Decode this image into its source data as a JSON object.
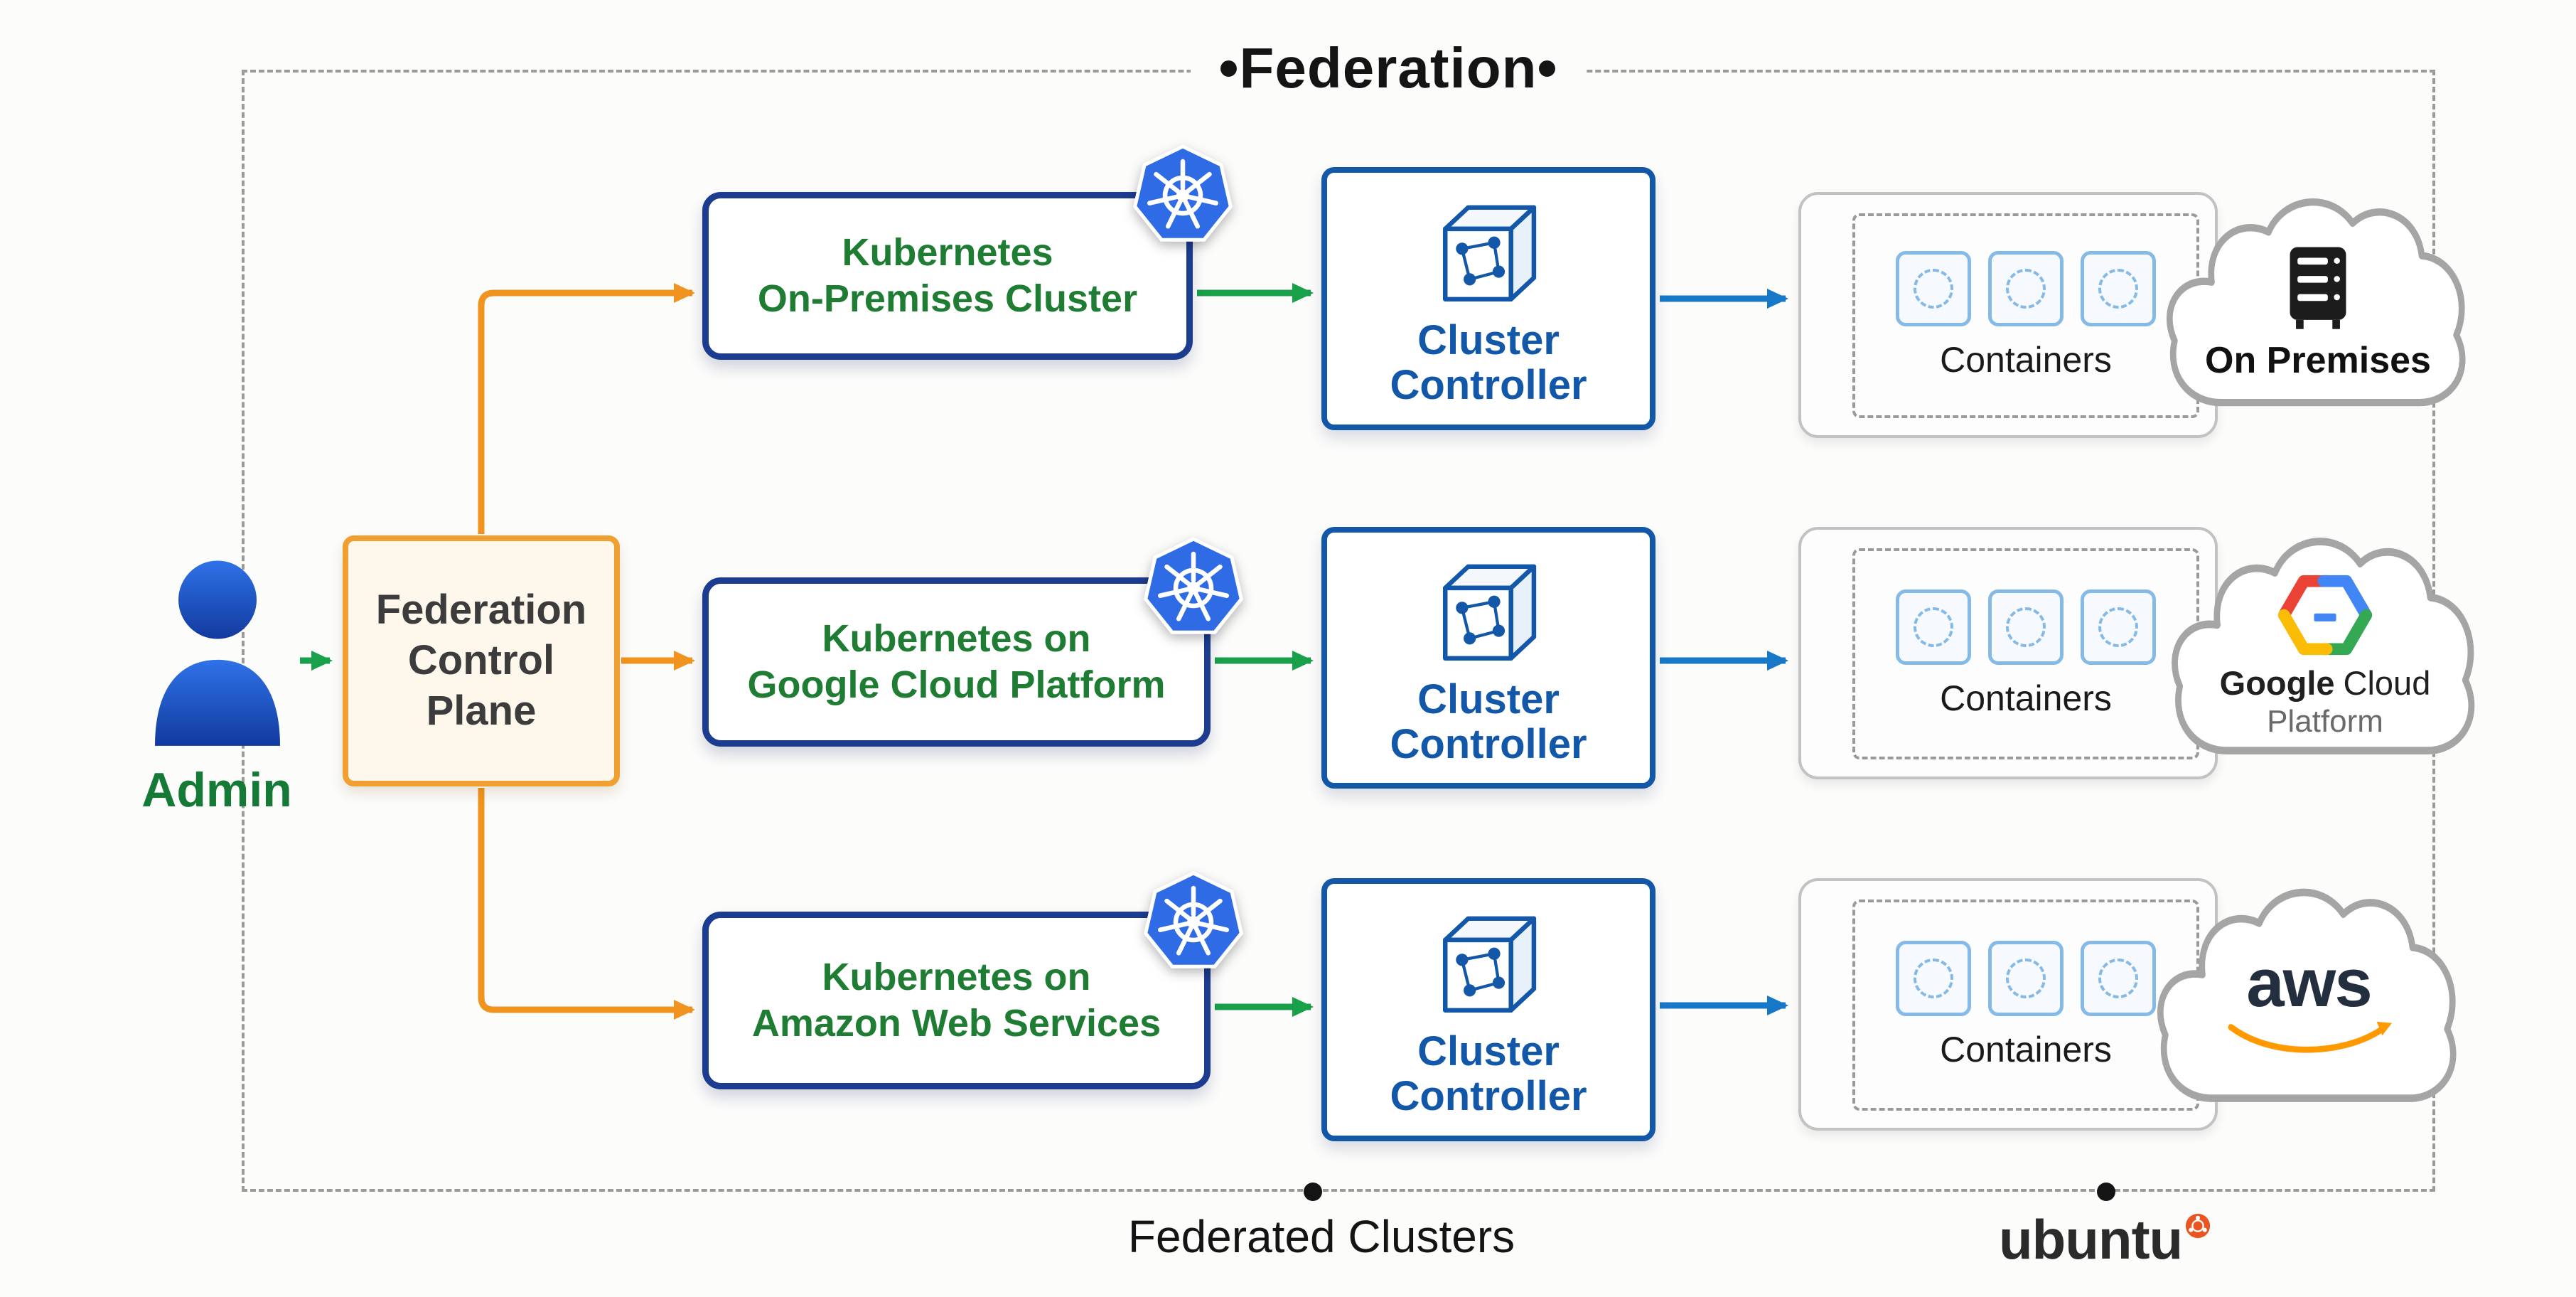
{
  "title": "•Federation•",
  "admin": {
    "label": "Admin"
  },
  "control_plane": {
    "line1": "Federation",
    "line2": "Control",
    "line3": "Plane"
  },
  "rows": [
    {
      "cluster_line1": "Kubernetes",
      "cluster_line2": "On-Premises Cluster",
      "controller_line1": "Cluster",
      "controller_line2": "Controller",
      "containers_label": "Containers"
    },
    {
      "cluster_line1": "Kubernetes on",
      "cluster_line2": "Google Cloud Platform",
      "controller_line1": "Cluster",
      "controller_line2": "Controller",
      "containers_label": "Containers"
    },
    {
      "cluster_line1": "Kubernetes on",
      "cluster_line2": "Amazon Web Services",
      "controller_line1": "Cluster",
      "controller_line2": "Controller",
      "containers_label": "Containers"
    }
  ],
  "providers": {
    "on_premises": {
      "label": "On Premises"
    },
    "gcp": {
      "word_bold": "Google",
      "word_rest": "Cloud",
      "line2": "Platform"
    },
    "aws": {
      "label": "aws"
    }
  },
  "footer": {
    "clusters_label": "Federated Clusters",
    "brand": "ubuntu"
  },
  "colors": {
    "arrow_orange": "#f0941f",
    "arrow_green": "#18a04a",
    "arrow_blue": "#1878c8",
    "cluster_border_navy": "#1c3c90",
    "cluster_text_green": "#1e7c33",
    "controller_blue": "#1358a8",
    "control_plane_orange": "#f0a030",
    "kubernetes_blue": "#2e6be5",
    "aws_orange": "#ff9900",
    "ubuntu_orange": "#e95420"
  }
}
